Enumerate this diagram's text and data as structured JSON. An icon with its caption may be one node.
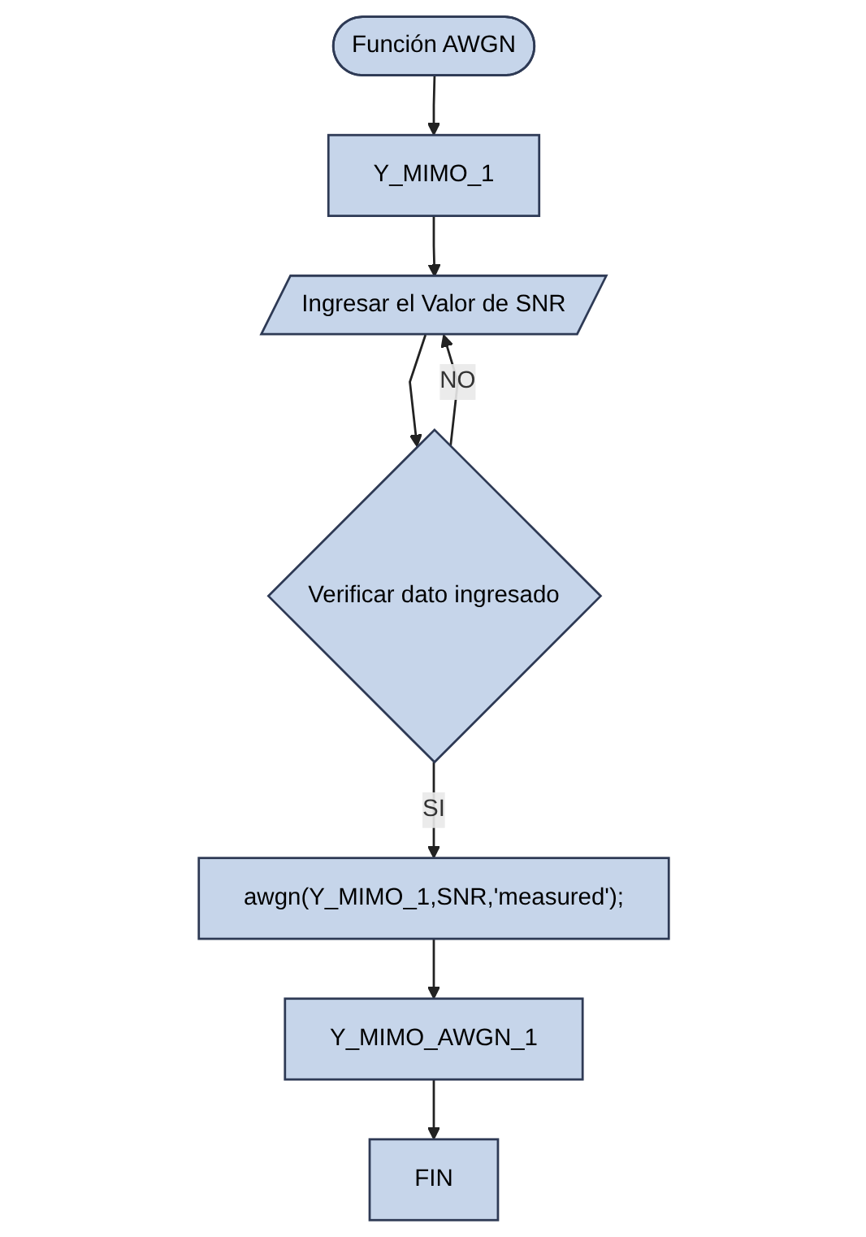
{
  "diagram": {
    "nodes": [
      {
        "text": [
          "Función AWGN"
        ]
      },
      {
        "text": [
          "Y_MIMO_1"
        ]
      },
      {
        "text": [
          "Ingresar el Valor de SNR"
        ]
      },
      {
        "text": [
          "Verificar dato ingresado"
        ]
      },
      {
        "text": [
          "awgn(Y_MIMO_1,SNR,'measured');"
        ]
      },
      {
        "text": [
          "Y_MIMO_AWGN_1"
        ]
      },
      {
        "text": [
          "FIN"
        ]
      }
    ],
    "edges": [
      {
        "from": 0,
        "to": 1,
        "arrow": "to"
      },
      {
        "from": 1,
        "to": 2,
        "arrow": "to"
      },
      {
        "from": 2,
        "to": 3,
        "arrow": "to"
      },
      {
        "from": 3,
        "to": 2,
        "arrow": "to",
        "label": "NO"
      },
      {
        "from": 3,
        "to": 4,
        "arrow": "to",
        "label": "SI"
      },
      {
        "from": 4,
        "to": 5,
        "arrow": "to"
      },
      {
        "from": 5,
        "to": 6,
        "arrow": "to"
      }
    ]
  }
}
